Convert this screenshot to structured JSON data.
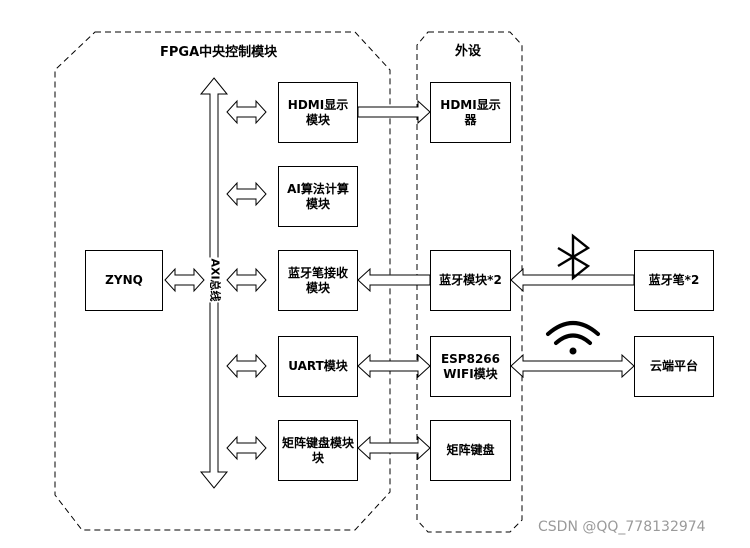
{
  "groups": {
    "fpga_title": "FPGA中央控制模块",
    "peripheral_title": "外设"
  },
  "bus_label": "AXI总线",
  "modules": {
    "zynq": "ZYNQ",
    "hdmi_display_module": "HDMI显示\n模块",
    "ai_compute_module": "AI算法计算\n模块",
    "bt_pen_receive_module": "蓝牙笔接收\n模块",
    "uart_module": "UART模块",
    "matrix_keyboard_module": "矩阵键盘模块\n块"
  },
  "peripherals": {
    "hdmi_display": "HDMI显示\n器",
    "bluetooth_module": "蓝牙模块*2",
    "esp8266_wifi": "ESP8266\nWIFI模块",
    "matrix_keyboard": "矩阵键盘"
  },
  "external": {
    "bluetooth_pen": "蓝牙笔*2",
    "cloud_platform": "云端平台"
  },
  "watermark": "CSDN @QQ_778132974",
  "icons": {
    "bluetooth": "bluetooth-icon",
    "wifi": "wifi-icon"
  },
  "colors": {
    "line": "#000000",
    "watermark": "#9a9a9a"
  }
}
